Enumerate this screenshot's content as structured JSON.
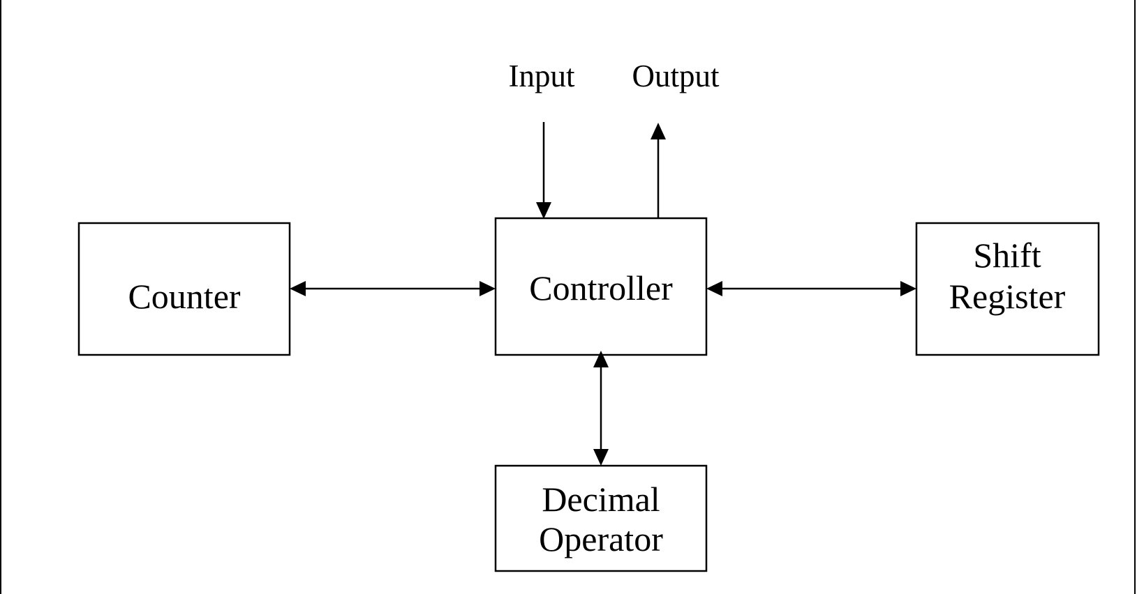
{
  "diagram": {
    "stroke_color": "#000000",
    "background_color": "#ffffff",
    "labels": {
      "input": "Input",
      "output": "Output"
    },
    "blocks": {
      "counter": {
        "label": "Counter"
      },
      "controller": {
        "label": "Controller"
      },
      "shift_register": {
        "line1": "Shift",
        "line2": "Register"
      },
      "decimal_operator": {
        "line1": "Decimal",
        "line2": "Operator"
      }
    },
    "connections": [
      {
        "from": "counter",
        "to": "controller",
        "direction": "bidirectional"
      },
      {
        "from": "controller",
        "to": "shift_register",
        "direction": "bidirectional"
      },
      {
        "from": "controller",
        "to": "decimal_operator",
        "direction": "bidirectional"
      },
      {
        "from": "input",
        "to": "controller",
        "direction": "in"
      },
      {
        "from": "controller",
        "to": "output",
        "direction": "out"
      }
    ]
  }
}
